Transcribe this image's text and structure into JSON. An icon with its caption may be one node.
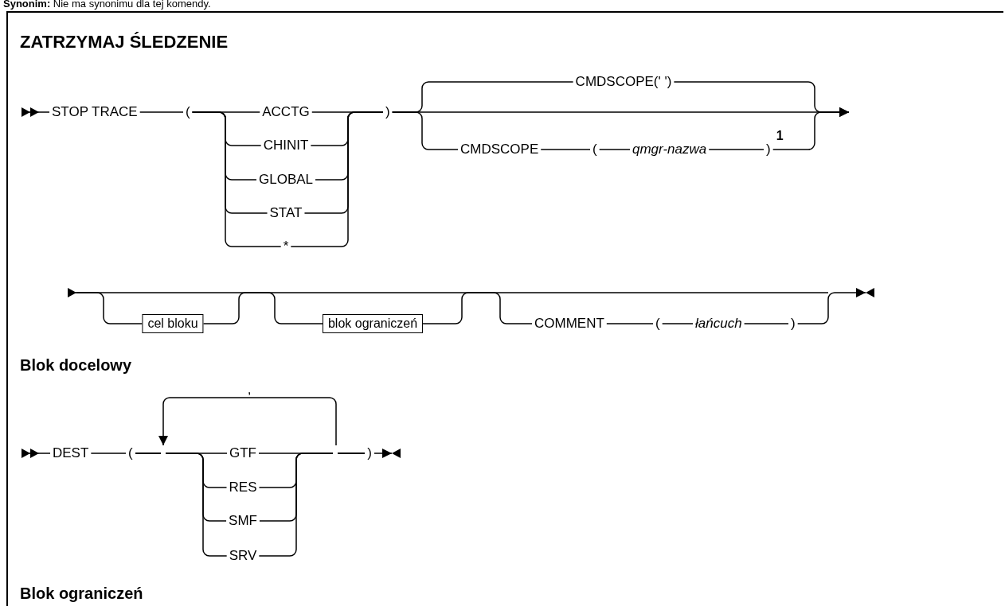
{
  "diagram": {
    "title": "ZATRZYMAJ ŚLEDZENIE",
    "nodes": [
      {
        "text": [
          "STOP TRACE"
        ]
      },
      {
        "text": [
          "("
        ]
      },
      {
        "text": [
          "ACCTG"
        ]
      },
      {
        "text": [
          "CHINIT"
        ]
      },
      {
        "text": [
          "GLOBAL"
        ]
      },
      {
        "text": [
          "STAT"
        ]
      },
      {
        "text": [
          "*"
        ]
      },
      {
        "text": [
          ")"
        ]
      },
      {
        "text": [
          "CMDSCOPE(' ')"
        ]
      },
      {
        "text": [
          "CMDSCOPE"
        ]
      },
      {
        "text": [
          "("
        ]
      },
      {
        "text": [
          "qmgr-nazwa"
        ]
      },
      {
        "text": [
          ")"
        ],
        "beside": [
          "1"
        ]
      },
      {
        "text": [
          "cel bloku"
        ]
      },
      {
        "text": [
          "blok ograniczeń"
        ]
      },
      {
        "text": [
          "COMMENT"
        ]
      },
      {
        "text": [
          "("
        ]
      },
      {
        "text": [
          "łańcuch"
        ]
      },
      {
        "text": [
          ")"
        ]
      },
      {
        "text": [
          "DEST"
        ]
      },
      {
        "text": [
          "("
        ]
      },
      {
        "text": [
          "GTF"
        ]
      },
      {
        "text": [
          "RES"
        ]
      },
      {
        "text": [
          "SMF"
        ]
      },
      {
        "text": [
          "SRV"
        ]
      },
      {
        "text": [
          ")"
        ]
      }
    ],
    "edges": [
      {
        "from": 0,
        "to": null,
        "arrow": "to"
      },
      {
        "from": 0,
        "to": 1,
        "arrow": "none"
      },
      {
        "from": 1,
        "to": 2,
        "arrow": "none"
      },
      {
        "from": 1,
        "to": 3,
        "arrow": "none"
      },
      {
        "from": 1,
        "to": 4,
        "arrow": "none"
      },
      {
        "from": 1,
        "to": 5,
        "arrow": "none"
      },
      {
        "from": 1,
        "to": 6,
        "arrow": "none"
      },
      {
        "from": 2,
        "to": 7,
        "arrow": "none"
      },
      {
        "from": 3,
        "to": 7,
        "arrow": "none"
      },
      {
        "from": 4,
        "to": 7,
        "arrow": "none"
      },
      {
        "from": 5,
        "to": 7,
        "arrow": "none"
      },
      {
        "from": 6,
        "to": 7,
        "arrow": "none"
      },
      {
        "from": 7,
        "to": 8,
        "arrow": "none"
      },
      {
        "from": 7,
        "to": 9,
        "arrow": "none"
      },
      {
        "from": 7,
        "to": null,
        "arrow": "to"
      },
      {
        "from": 8,
        "to": null,
        "arrow": "to"
      },
      {
        "from": 9,
        "to": 10,
        "arrow": "none"
      },
      {
        "from": 10,
        "to": 11,
        "arrow": "none"
      },
      {
        "from": 11,
        "to": 12,
        "arrow": "none"
      },
      {
        "from": 12,
        "to": null,
        "arrow": "to"
      },
      {
        "from": 13,
        "to": null,
        "arrow": "to"
      },
      {
        "from": 13,
        "to": 14,
        "arrow": "none"
      },
      {
        "from": 14,
        "to": 15,
        "arrow": "none"
      },
      {
        "from": 15,
        "to": 16,
        "arrow": "none"
      },
      {
        "from": 16,
        "to": 17,
        "arrow": "none"
      },
      {
        "from": 17,
        "to": 18,
        "arrow": "none"
      },
      {
        "from": 18,
        "to": null,
        "arrow": "to"
      },
      {
        "from": 19,
        "to": null,
        "arrow": "to"
      },
      {
        "from": 19,
        "to": 20,
        "arrow": "none"
      },
      {
        "from": 20,
        "to": 21,
        "arrow": "none"
      },
      {
        "from": 20,
        "to": 22,
        "arrow": "none"
      },
      {
        "from": 20,
        "to": 23,
        "arrow": "none"
      },
      {
        "from": 20,
        "to": 24,
        "arrow": "none"
      },
      {
        "from": 21,
        "to": 25,
        "arrow": "none"
      },
      {
        "from": 22,
        "to": 25,
        "arrow": "none"
      },
      {
        "from": 23,
        "to": 25,
        "arrow": "none"
      },
      {
        "from": 24,
        "to": 25,
        "arrow": "none"
      },
      {
        "from": 25,
        "to": null,
        "arrow": "to"
      },
      {
        "from": 25,
        "to": 20,
        "arrow": "to",
        "label": ","
      }
    ],
    "labels": [
      "**Synonim:** Nie ma synonimu dla tej komendy.",
      "Blok docelowy",
      "Blok ograniczeń"
    ]
  }
}
